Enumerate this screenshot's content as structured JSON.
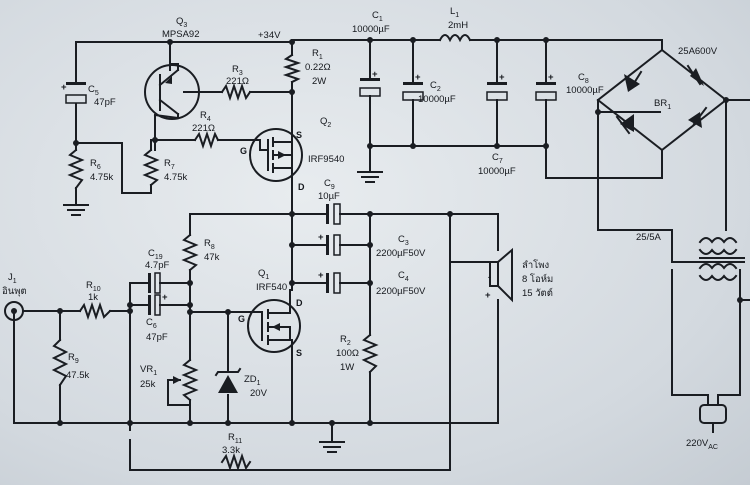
{
  "labels": {
    "q3_ref": "Q",
    "q3_sub": "3",
    "q3_part": "MPSA92",
    "supply": "+34V",
    "c1_ref": "C",
    "c1_sub": "1",
    "c1_val": "10000µF",
    "l1_ref": "L",
    "l1_sub": "1",
    "l1_val": "2mH",
    "br_rating": "25A600V",
    "br_ref": "BR",
    "br_sub": "1",
    "c5_ref": "C",
    "c5_sub": "5",
    "c5_val": "47pF",
    "r3_ref": "R",
    "r3_sub": "3",
    "r3_val": "221Ω",
    "r1_ref": "R",
    "r1_sub": "1",
    "r1_val": "0.22Ω",
    "r1_power": "2W",
    "c2_ref": "C",
    "c2_sub": "2",
    "c2_val": "10000µF",
    "c8_ref": "C",
    "c8_sub": "8",
    "c8_val": "10000µF",
    "r4_ref": "R",
    "r4_sub": "4",
    "r4_val": "221Ω",
    "q2_ref": "Q",
    "q2_sub": "2",
    "q2_part": "IRF9540",
    "r6_ref": "R",
    "r6_sub": "6",
    "r6_val": "4.75k",
    "r7_ref": "R",
    "r7_sub": "7",
    "r7_val": "4.75k",
    "c7_ref": "C",
    "c7_sub": "7",
    "c7_val": "10000µF",
    "c9_ref": "C",
    "c9_sub": "9",
    "c9_val": "10µF",
    "c19_ref": "C",
    "c19_sub": "19",
    "c19_val": "4.7pF",
    "r8_ref": "R",
    "r8_sub": "8",
    "r8_val": "47k",
    "c3_ref": "C",
    "c3_sub": "3",
    "c3_val": "2200µF50V",
    "fuse": "25/5A",
    "j1_ref": "J",
    "j1_sub": "1",
    "j1_text": "อินพุต",
    "r10_ref": "R",
    "r10_sub": "10",
    "r10_val": "1k",
    "q1_ref": "Q",
    "q1_sub": "1",
    "q1_part": "IRF540",
    "c4_ref": "C",
    "c4_sub": "4",
    "c4_val": "2200µF50V",
    "spk_1": "ลำโพง",
    "spk_2": "8 โอห์ม",
    "spk_3": "15 วัตต์",
    "c6_ref": "C",
    "c6_sub": "6",
    "c6_val": "47pF",
    "r9_ref": "R",
    "r9_sub": "9",
    "r9_val": "47.5k",
    "r2_ref": "R",
    "r2_sub": "2",
    "r2_val": "100Ω",
    "r2_power": "1W",
    "vr1_ref": "VR",
    "vr1_sub": "1",
    "vr1_val": "25k",
    "zd1_ref": "ZD",
    "zd1_sub": "1",
    "zd1_val": "20V",
    "r11_ref": "R",
    "r11_sub": "11",
    "r11_val": "3.3k",
    "mains": "220V",
    "mains_sub": "AC",
    "pin_g": "G",
    "pin_s": "S",
    "pin_d": "D",
    "plus": "+",
    "minus": "-"
  }
}
